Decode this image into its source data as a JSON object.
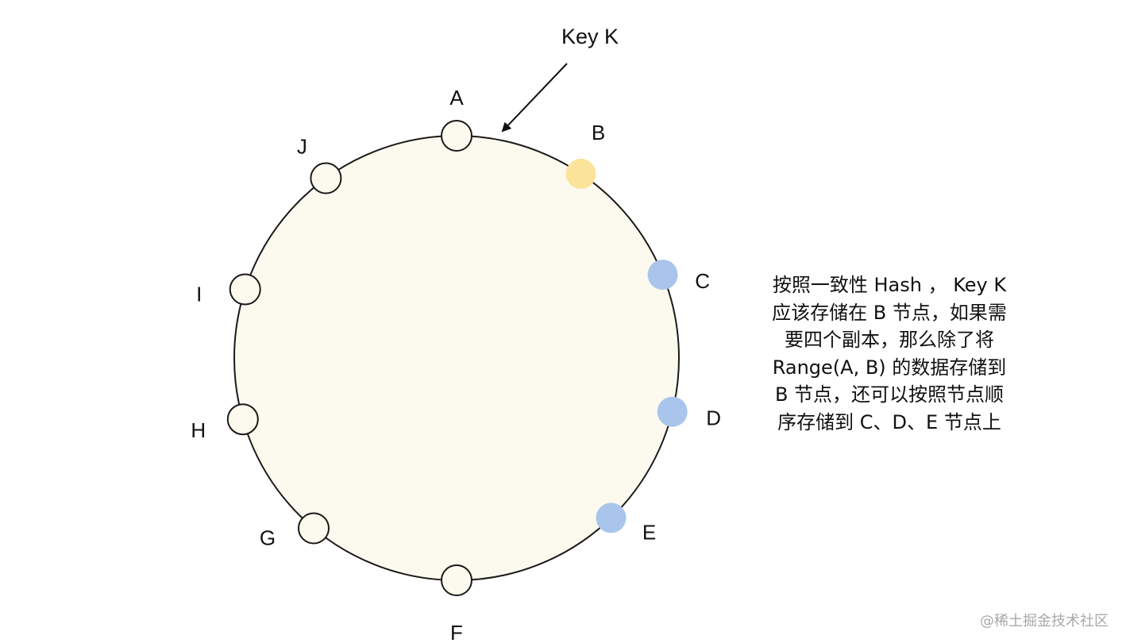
{
  "key_label": "Key K",
  "colors": {
    "ring_fill": "#fcfaee",
    "ring_stroke": "#1a1a1a",
    "node_default": "#fcfaee",
    "node_primary": "#fbe49a",
    "node_replica": "#a9c5ec"
  },
  "nodes": [
    {
      "label": "A",
      "role": "default"
    },
    {
      "label": "B",
      "role": "primary"
    },
    {
      "label": "C",
      "role": "replica"
    },
    {
      "label": "D",
      "role": "replica"
    },
    {
      "label": "E",
      "role": "replica"
    },
    {
      "label": "F",
      "role": "default"
    },
    {
      "label": "G",
      "role": "default"
    },
    {
      "label": "H",
      "role": "default"
    },
    {
      "label": "I",
      "role": "default"
    },
    {
      "label": "J",
      "role": "default"
    }
  ],
  "description_lines": [
    "按照一致性 Hash ， Key K",
    "应该存储在 B 节点，如果需",
    "要四个副本，那么除了将",
    "Range(A, B) 的数据存储到",
    "B 节点，还可以按照节点顺",
    "序存储到 C、D、E 节点上"
  ],
  "watermark": "@稀土掘金技术社区"
}
